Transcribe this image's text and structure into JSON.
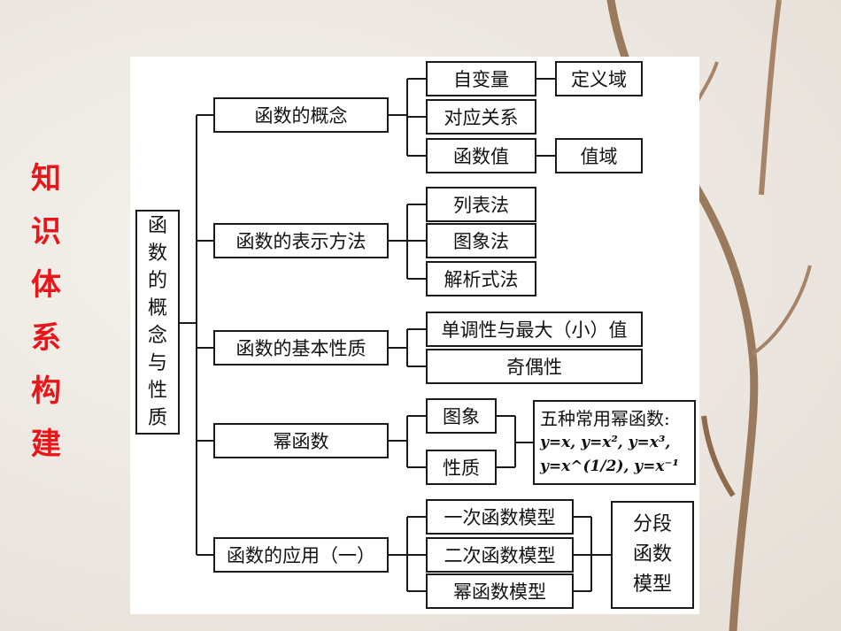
{
  "side_title": [
    "知",
    "识",
    "体",
    "系",
    "构",
    "建"
  ],
  "root": [
    "函",
    "数",
    "的",
    "概",
    "念",
    "与",
    "性",
    "质"
  ],
  "branches": {
    "concept": "函数的概念",
    "representation": "函数的表示方法",
    "properties": "函数的基本性质",
    "power": "幂函数",
    "application": "函数的应用（一）"
  },
  "concept_children": {
    "independent_var": "自变量",
    "domain": "定义域",
    "correspondence": "对应关系",
    "func_value": "函数值",
    "range": "值域"
  },
  "representation_children": [
    "列表法",
    "图象法",
    "解析式法"
  ],
  "property_children": [
    "单调性与最大（小）值",
    "奇偶性"
  ],
  "power_children": [
    "图象",
    "性质"
  ],
  "power_summary": {
    "heading": "五种常用幂函数:",
    "line1": "y=x, y=x², y=x³,",
    "line2": "y=x^(1/2), y=x⁻¹"
  },
  "application_children": [
    "一次函数模型",
    "二次函数模型",
    "幂函数模型"
  ],
  "piecewise": [
    "分段",
    "函数",
    "模型"
  ]
}
